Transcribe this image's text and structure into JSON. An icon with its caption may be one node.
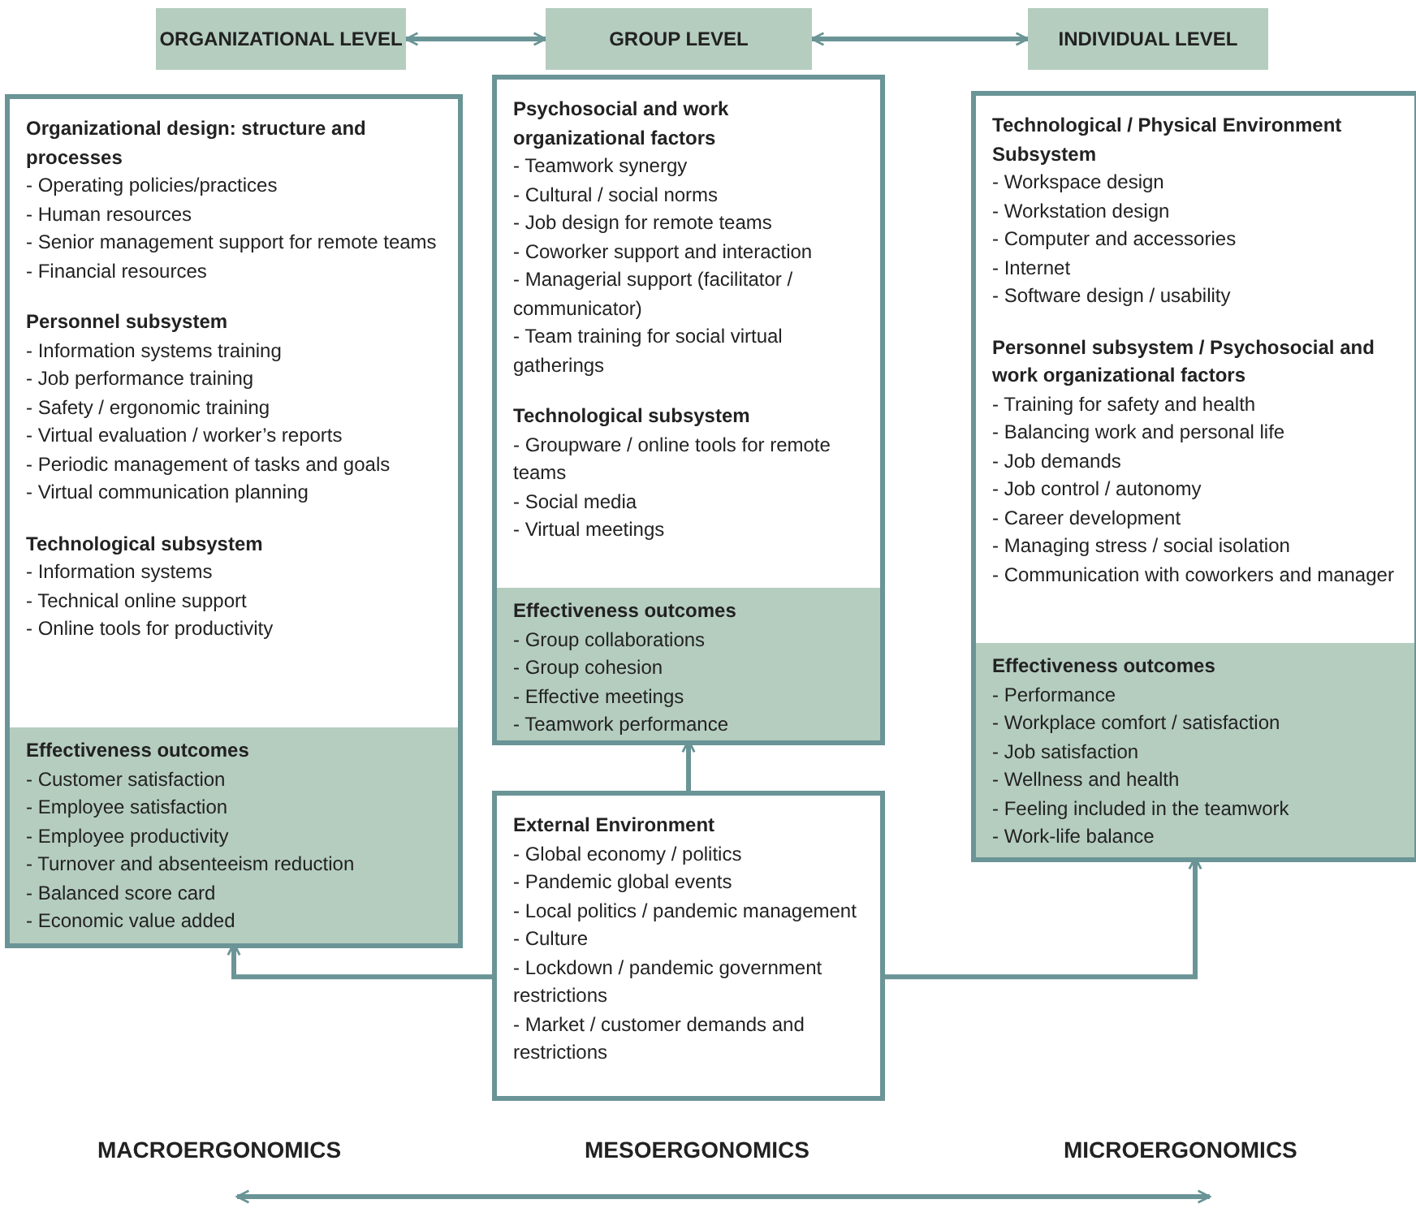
{
  "diagram": {
    "nodes": [
      {
        "text": [
          "ORGANIZATIONAL LEVEL"
        ]
      },
      {
        "text": [
          "GROUP LEVEL"
        ]
      },
      {
        "text": [
          "INDIVIDUAL LEVEL"
        ]
      },
      {
        "text": [
          "Organizational design: structure and processes",
          "- Operating policies/practices",
          "- Human resources",
          "- Senior management support for remote teams",
          "- Financial resources",
          "Personnel subsystem",
          "- Information systems training",
          "- Job performance training",
          "- Safety / ergonomic training",
          "- Virtual evaluation / worker’s reports",
          "- Periodic management of tasks and goals",
          "- Virtual communication planning",
          "Technological subsystem",
          "- Information systems",
          "- Technical online support",
          "- Online tools for productivity"
        ]
      },
      {
        "text": [
          "Effectiveness outcomes",
          "- Customer satisfaction",
          "- Employee satisfaction",
          "- Employee productivity",
          "- Turnover and absenteeism reduction",
          "- Balanced score card",
          "- Economic value added"
        ],
        "in": 3
      },
      {
        "text": [
          "Psychosocial and work organizational factors",
          "- Teamwork synergy",
          "- Cultural / social norms",
          "- Job design for remote teams",
          "- Coworker support and interaction",
          "- Managerial support (facilitator / communicator)",
          "- Team training for social virtual gatherings",
          "Technological subsystem",
          "- Groupware / online tools for remote teams",
          "- Social media",
          "- Virtual meetings"
        ]
      },
      {
        "text": [
          "Effectiveness outcomes",
          "- Group collaborations",
          "- Group cohesion",
          "- Effective meetings",
          "- Teamwork performance"
        ],
        "in": 5
      },
      {
        "text": [
          "Technological / Physical Environment Subsystem",
          "- Workspace design",
          "- Workstation design",
          "- Computer and accessories",
          "- Internet",
          "- Software design / usability",
          "Personnel subsystem / Psychosocial and work organizational factors",
          "- Training for safety and health",
          "- Balancing work and personal life",
          "- Job demands",
          "- Job control / autonomy",
          "- Career development",
          "- Managing stress / social isolation",
          "- Communication with coworkers and manager"
        ]
      },
      {
        "text": [
          "Effectiveness outcomes",
          "- Performance",
          "- Workplace comfort /  satisfaction",
          "- Job satisfaction",
          "- Wellness and health",
          "- Feeling included in the teamwork",
          "- Work-life balance"
        ],
        "in": 7
      },
      {
        "text": [
          "External Environment",
          "- Global economy / politics",
          "- Pandemic global events",
          "- Local politics / pandemic management",
          "- Culture",
          "- Lockdown / pandemic government restrictions",
          "- Market / customer demands and restrictions"
        ]
      }
    ],
    "edges": [
      {
        "from": 0,
        "to": 1,
        "arrow": "both"
      },
      {
        "from": 1,
        "to": 2,
        "arrow": "both"
      },
      {
        "from": 9,
        "to": 4,
        "arrow": "to"
      },
      {
        "from": 9,
        "to": 6,
        "arrow": "to"
      },
      {
        "from": 9,
        "to": 8,
        "arrow": "to"
      }
    ],
    "labels": [
      "MACROERGONOMICS",
      "MESOERGONOMICS",
      "MICROERGONOMICS"
    ]
  }
}
